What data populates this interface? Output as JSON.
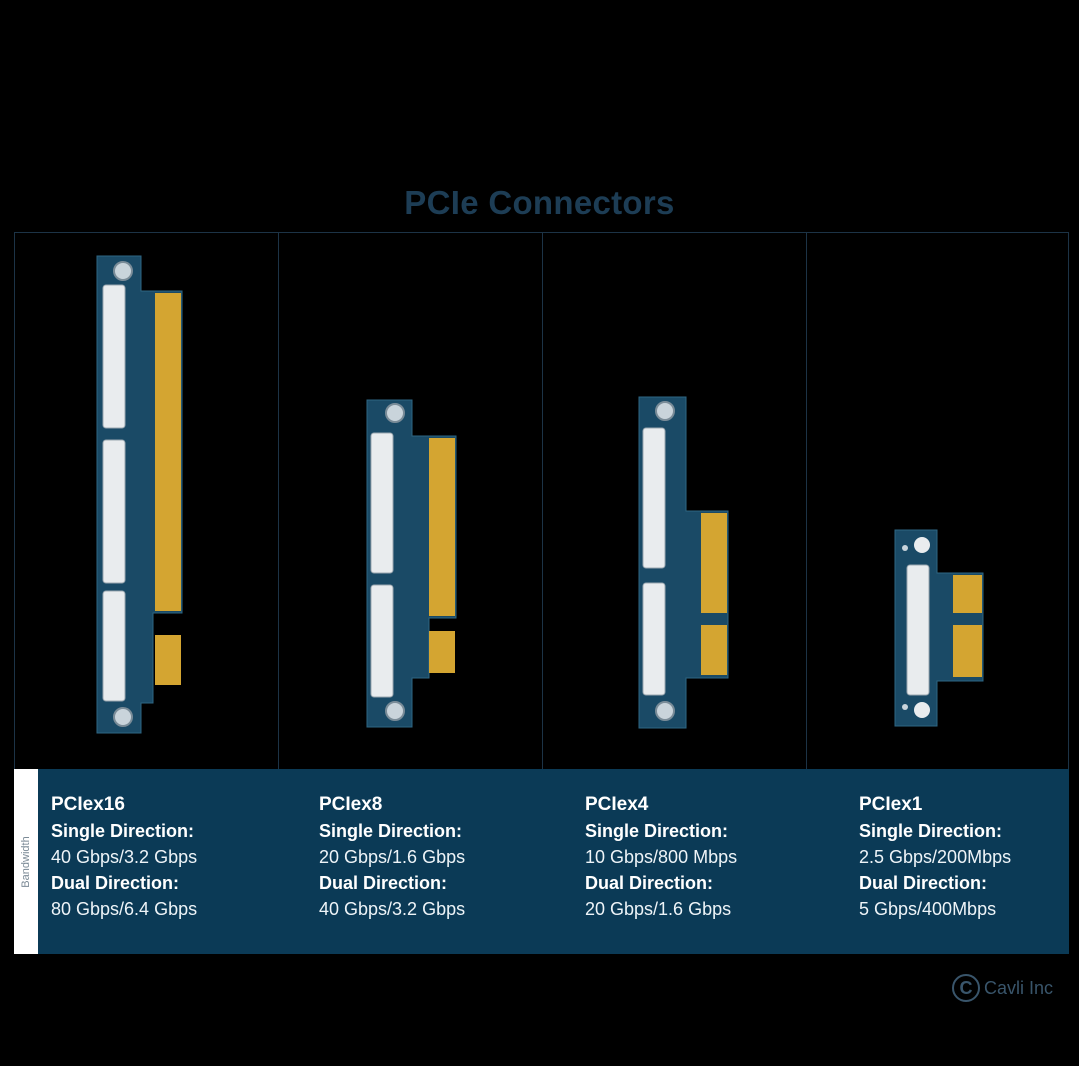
{
  "title": "PCIe Connectors",
  "band_label": "Bandwidth",
  "connectors": [
    {
      "name": "PCIex16",
      "single_label": "Single Direction:",
      "single_value": "40 Gbps/3.2 Gbps",
      "dual_label": "Dual Direction:",
      "dual_value": "80 Gbps/6.4 Gbps"
    },
    {
      "name": "PCIex8",
      "single_label": "Single Direction:",
      "single_value": "20 Gbps/1.6 Gbps",
      "dual_label": "Dual Direction:",
      "dual_value": "40 Gbps/3.2 Gbps"
    },
    {
      "name": "PCIex4",
      "single_label": "Single Direction:",
      "single_value": "10 Gbps/800 Mbps",
      "dual_label": "Dual Direction:",
      "dual_value": "20 Gbps/1.6 Gbps"
    },
    {
      "name": "PCIex1",
      "single_label": "Single Direction:",
      "single_value": "2.5 Gbps/200Mbps",
      "dual_label": "Dual Direction:",
      "dual_value": "5 Gbps/400Mbps"
    }
  ],
  "copyright": {
    "symbol": "C",
    "text": "Cavli Inc"
  },
  "colors": {
    "band": "#0b3a56",
    "title": "#1d3d55",
    "pcb": "#1a4a66",
    "gold": "#d4a531"
  }
}
